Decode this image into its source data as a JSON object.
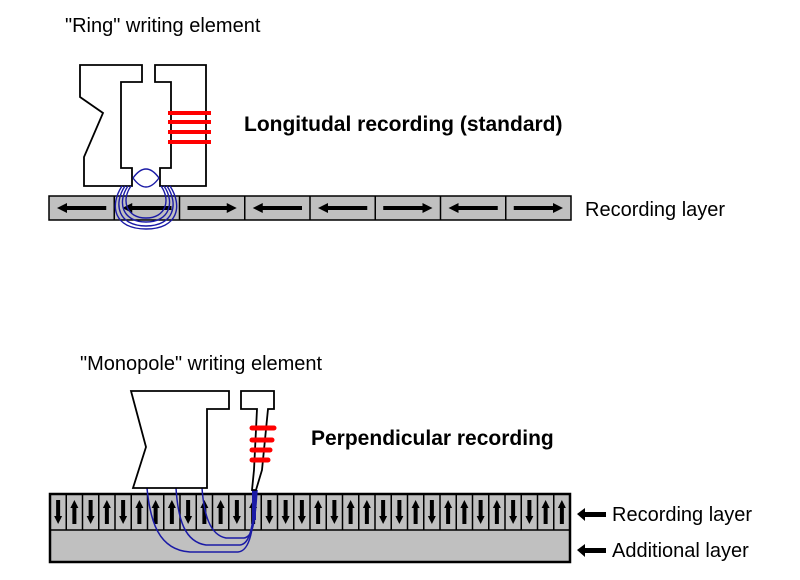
{
  "longitudinal": {
    "element_caption": "\"Ring\" writing element",
    "title": "Longitudal recording (standard)",
    "layer_label": "Recording layer",
    "cells": [
      "left",
      "left",
      "right",
      "left",
      "left",
      "right",
      "left",
      "right"
    ]
  },
  "perpendicular": {
    "element_caption": "\"Monopole\" writing element",
    "title": "Perpendicular recording",
    "recording_layer_label": "Recording layer",
    "additional_layer_label": "Additional layer",
    "cells": [
      "down",
      "up",
      "down",
      "up",
      "down",
      "up",
      "up",
      "up",
      "down",
      "up",
      "up",
      "down",
      "up",
      "down",
      "down",
      "down",
      "up",
      "down",
      "up",
      "up",
      "down",
      "down",
      "up",
      "down",
      "up",
      "up",
      "down",
      "up",
      "down",
      "down",
      "up",
      "up"
    ]
  },
  "colors": {
    "layer_fill": "#c0c0c0",
    "coil": "#ff0000",
    "field_lines": "#1a1aa6",
    "outline": "#000000"
  }
}
